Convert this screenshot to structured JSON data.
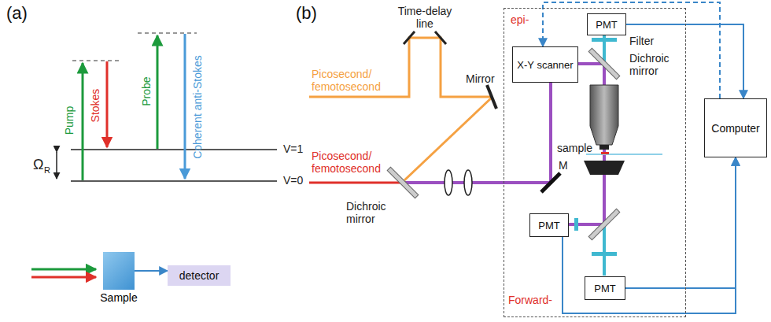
{
  "diagram": {
    "nodes": [
      {
        "text": [
          "Sample"
        ]
      },
      {
        "text": [
          "detector"
        ]
      },
      {
        "text": [
          "epi-",
          "Forward-"
        ]
      },
      {
        "text": [
          "PMT"
        ],
        "in": 2
      },
      {
        "text": [
          "X-Y scanner"
        ],
        "in": 2
      },
      {
        "text": [
          "Computer"
        ]
      },
      {
        "text": [
          "PMT"
        ],
        "in": 2
      },
      {
        "text": [
          "PMT"
        ],
        "in": 2
      }
    ],
    "edges": [
      {
        "from": 0,
        "to": 1,
        "arrow": "to"
      },
      {
        "from": 3,
        "to": 5,
        "arrow": "to"
      },
      {
        "from": 5,
        "to": 4,
        "arrow": "to"
      },
      {
        "from": 6,
        "to": 5,
        "arrow": "to"
      },
      {
        "from": 7,
        "to": 5,
        "arrow": "to"
      }
    ],
    "labels": [
      "(a)",
      "Pump",
      "Stokes",
      "Probe",
      "Coherent anti-Stokes",
      "V=1",
      "V=0",
      "Ω",
      "R",
      "(b)",
      "Time-delay line",
      "Picosecond/ femotosecond",
      "Picosecond/ femotosecond",
      "Mirror",
      "Filter",
      "Dichroic mirror",
      "Dichroic mirror",
      "M",
      "sample"
    ]
  }
}
